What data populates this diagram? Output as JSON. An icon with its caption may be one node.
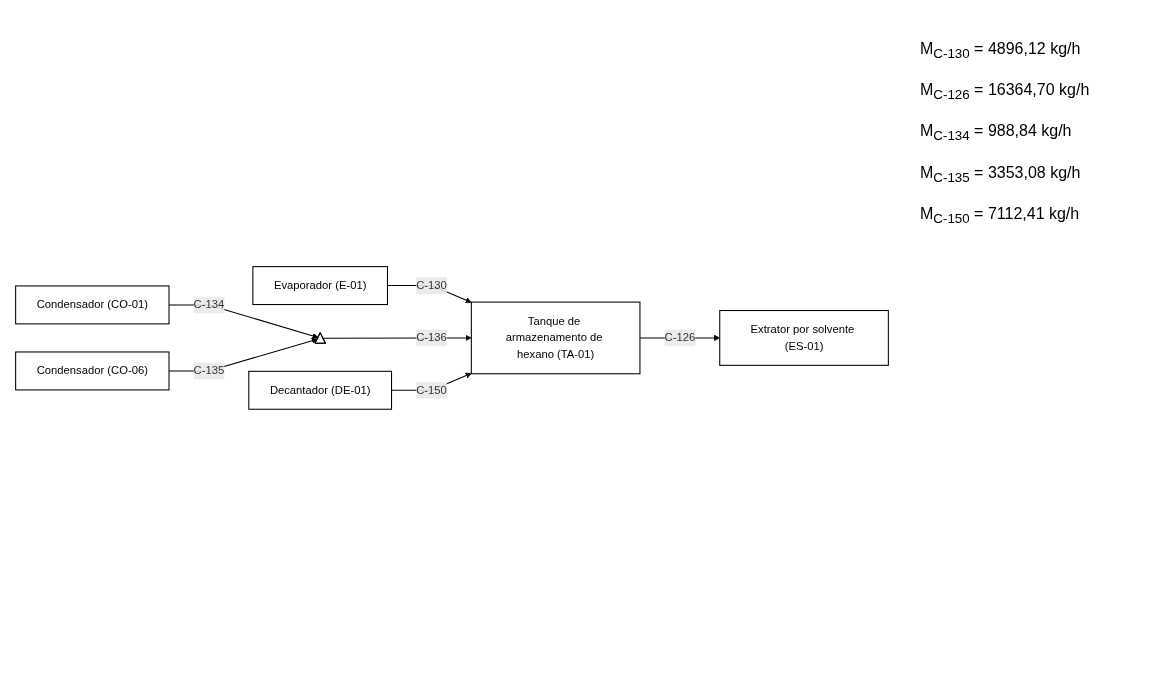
{
  "diagram": {
    "nodes": [
      {
        "text": [
          "Evaporador (E-01)"
        ]
      },
      {
        "text": [
          "Condensador (CO-01)"
        ]
      },
      {
        "text": [
          "Tanque de armazenamento de hexano (TA-01)"
        ]
      },
      {
        "text": [
          "Extrator por solvente (ES-01)"
        ]
      },
      {
        "text": [],
        "shape": "triangle"
      },
      {
        "text": [
          "Condensador (CO-06)"
        ]
      },
      {
        "text": [
          "Decantador (DE-01)"
        ]
      }
    ],
    "edges": [
      {
        "from": 0,
        "to": 2,
        "arrow": "to",
        "label": "C-130"
      },
      {
        "from": 1,
        "to": 4,
        "arrow": "to",
        "label": "C-134"
      },
      {
        "from": 5,
        "to": 4,
        "arrow": "to",
        "label": "C-135"
      },
      {
        "from": 4,
        "to": 2,
        "arrow": "to",
        "label": "C-136"
      },
      {
        "from": 2,
        "to": 3,
        "arrow": "to",
        "label": "C-126"
      },
      {
        "from": 6,
        "to": 2,
        "arrow": "to",
        "label": "C-150"
      }
    ],
    "labels": [
      "M$_{C-130}$ = 4896,12 kg/h",
      "M$_{C-126}$ = 16364,70 kg/h",
      "M$_{C-134}$ = 988,84 kg/h",
      "M$_{C-135}$ = 3353,08 kg/h",
      "M$_{C-150}$ = 7112,41 kg/h"
    ]
  }
}
